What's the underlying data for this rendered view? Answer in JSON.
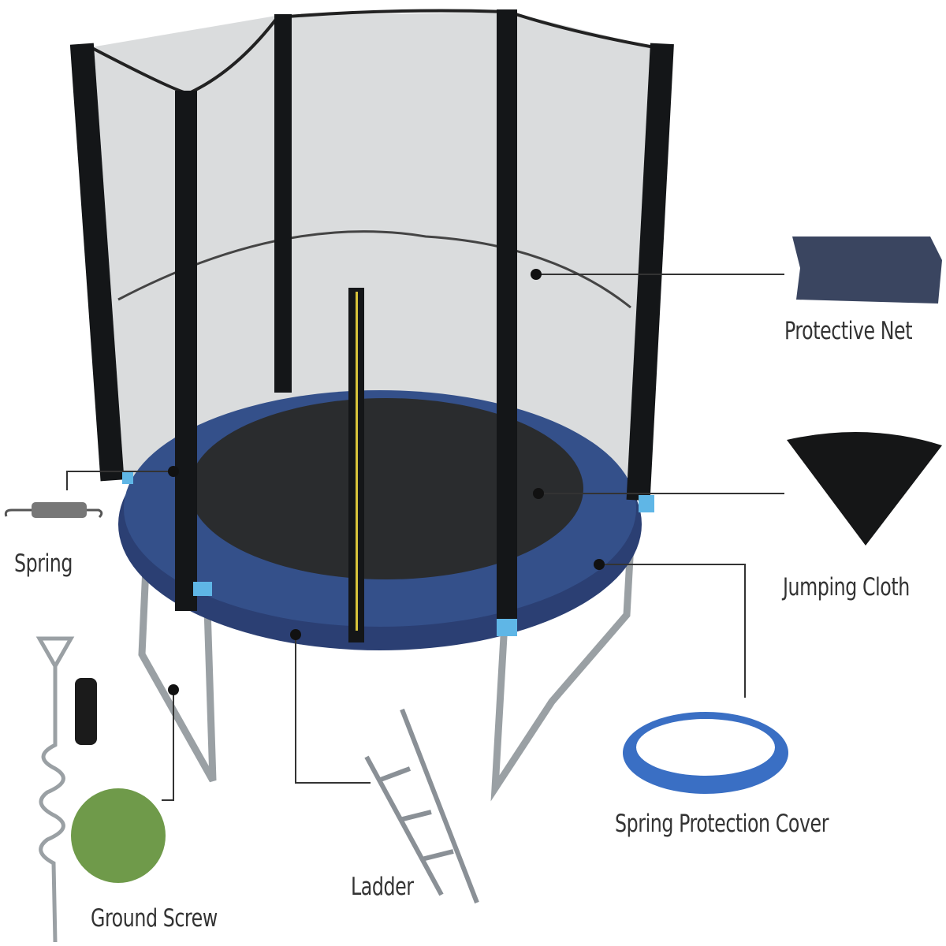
{
  "labels": {
    "protective_net": "Protective Net",
    "jumping_cloth": "Jumping Cloth",
    "spring": "Spring",
    "spring_protection_cover": "Spring Protection Cover",
    "ladder": "Ladder",
    "ground_screw": "Ground Screw"
  },
  "colors": {
    "pad_blue": "#2b3f73",
    "mat": "#2a2c2e",
    "net": "#c9cbcc",
    "pole": "#141618",
    "pole_cap": "#5fb6e6",
    "leader_line": "#333333"
  }
}
